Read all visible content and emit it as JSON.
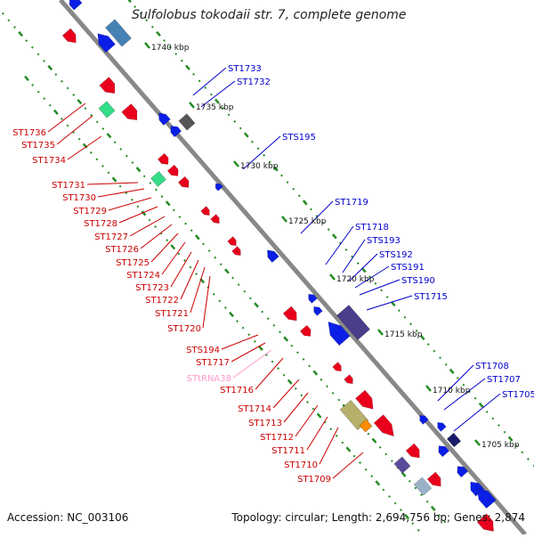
{
  "title": "Sulfolobus tokodaii str. 7, complete genome",
  "footer": {
    "accession": "Accession: NC_003106",
    "topology": "Topology: circular; Length: 2,694,756 bp; Genes: 2,874"
  },
  "colors": {
    "forward_gene": "#e8001c",
    "reverse_gene": "#0a1ee6",
    "rna": "#ff99cc",
    "backbone": "#888888",
    "tick": "#228b22",
    "label_left": "#cc0000",
    "label_right": "#0000cc"
  },
  "kbp_ticks": [
    "1740 kbp",
    "1735 kbp",
    "1730 kbp",
    "1725 kbp",
    "1720 kbp",
    "1715 kbp",
    "1710 kbp",
    "1705 kbp"
  ],
  "left_labels": [
    {
      "text": "ST1736",
      "type": "gene"
    },
    {
      "text": "ST1735",
      "type": "gene"
    },
    {
      "text": "ST1734",
      "type": "gene"
    },
    {
      "text": "ST1731",
      "type": "gene"
    },
    {
      "text": "ST1730",
      "type": "gene"
    },
    {
      "text": "ST1729",
      "type": "gene"
    },
    {
      "text": "ST1728",
      "type": "gene"
    },
    {
      "text": "ST1727",
      "type": "gene"
    },
    {
      "text": "ST1726",
      "type": "gene"
    },
    {
      "text": "ST1725",
      "type": "gene"
    },
    {
      "text": "ST1724",
      "type": "gene"
    },
    {
      "text": "ST1723",
      "type": "gene"
    },
    {
      "text": "ST1722",
      "type": "gene"
    },
    {
      "text": "ST1721",
      "type": "gene"
    },
    {
      "text": "ST1720",
      "type": "gene"
    },
    {
      "text": "STS194",
      "type": "gene"
    },
    {
      "text": "ST1717",
      "type": "gene"
    },
    {
      "text": "STtRNA38",
      "type": "rna"
    },
    {
      "text": "ST1716",
      "type": "gene"
    },
    {
      "text": "ST1714",
      "type": "gene"
    },
    {
      "text": "ST1713",
      "type": "gene"
    },
    {
      "text": "ST1712",
      "type": "gene"
    },
    {
      "text": "ST1711",
      "type": "gene"
    },
    {
      "text": "ST1710",
      "type": "gene"
    },
    {
      "text": "ST1709",
      "type": "gene"
    }
  ],
  "right_labels": [
    {
      "text": "ST1733"
    },
    {
      "text": "ST1732"
    },
    {
      "text": "STS195"
    },
    {
      "text": "ST1719"
    },
    {
      "text": "ST1718"
    },
    {
      "text": "STS193"
    },
    {
      "text": "STS192"
    },
    {
      "text": "STS191"
    },
    {
      "text": "STS190"
    },
    {
      "text": "ST1715"
    },
    {
      "text": "ST1708"
    },
    {
      "text": "ST1707"
    },
    {
      "text": "ST1705"
    }
  ]
}
